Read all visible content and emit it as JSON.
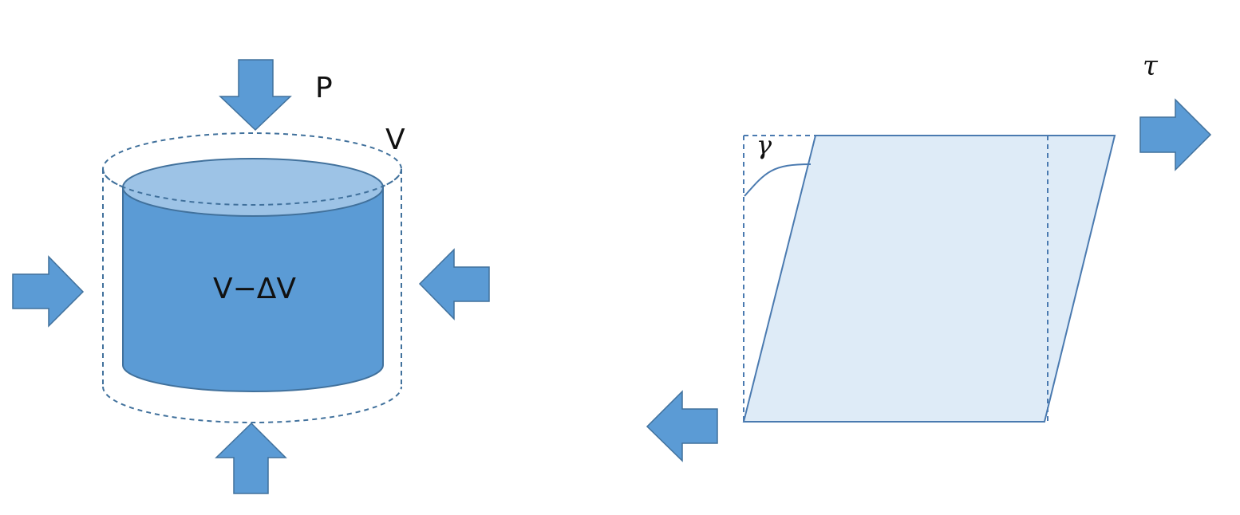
{
  "colors": {
    "arrow_fill": "#5b9bd5",
    "arrow_stroke": "#41719c",
    "cylinder_body": "#5b9bd5",
    "cylinder_top": "#9dc3e6",
    "dashed_outline": "#41719c",
    "parallelogram_fill": "#deebf7",
    "parallelogram_stroke": "#4a7ab0",
    "text": "#111111"
  },
  "compression": {
    "pressure_label": "P",
    "original_volume_label": "V",
    "compressed_volume_label": "V−ΔV"
  },
  "shear": {
    "stress_label": "τ",
    "strain_label": "γ"
  }
}
